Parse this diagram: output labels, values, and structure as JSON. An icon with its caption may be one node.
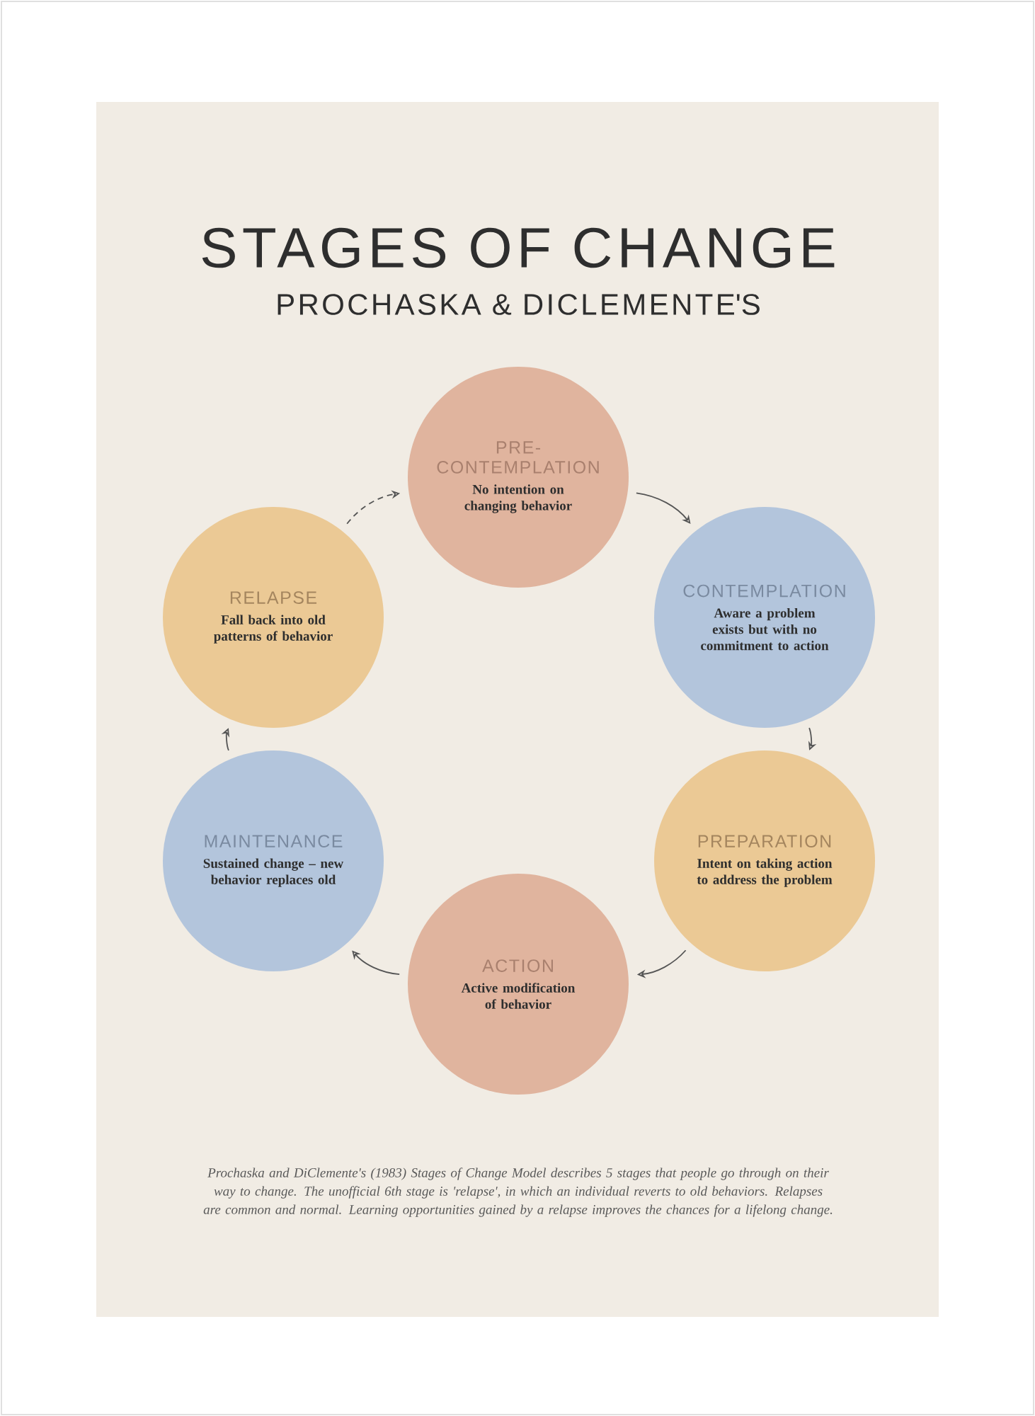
{
  "diagram": {
    "title": "STAGES OF CHANGE",
    "nodes": [
      {
        "text": [
          "PRE- CONTEMPLATION",
          "No intention on changing behavior"
        ]
      },
      {
        "text": [
          "CONTEMPLATION",
          "Aware a problem exists but with no commitment to action"
        ]
      },
      {
        "text": [
          "PREPARATION",
          "Intent on taking action to address the problem"
        ]
      },
      {
        "text": [
          "ACTION",
          "Active modification of behavior"
        ]
      },
      {
        "text": [
          "MAINTENANCE",
          "Sustained change – new behavior replaces old"
        ]
      },
      {
        "text": [
          "RELAPSE",
          "Fall back into old patterns of behavior"
        ]
      }
    ],
    "edges": [
      {
        "from": 0,
        "to": 1,
        "arrow": "to"
      },
      {
        "from": 1,
        "to": 2,
        "arrow": "to"
      },
      {
        "from": 2,
        "to": 3,
        "arrow": "to"
      },
      {
        "from": 3,
        "to": 4,
        "arrow": "to"
      },
      {
        "from": 4,
        "to": 5,
        "arrow": "to"
      },
      {
        "from": 5,
        "to": 0,
        "arrow": "to",
        "style": "dashed"
      }
    ],
    "labels": [
      "PROCHASKA & DICLEMENTE'S"
    ],
    "caption": "Prochaska and DiClemente's (1983) Stages of Change Model describes 5 stages that people go through on their way to change. The unofficial 6th stage is 'relapse', in which an individual reverts to old behaviors. Relapses are common and normal. Learning opportunities gained by a relapse improves the chances for a lifelong change."
  }
}
